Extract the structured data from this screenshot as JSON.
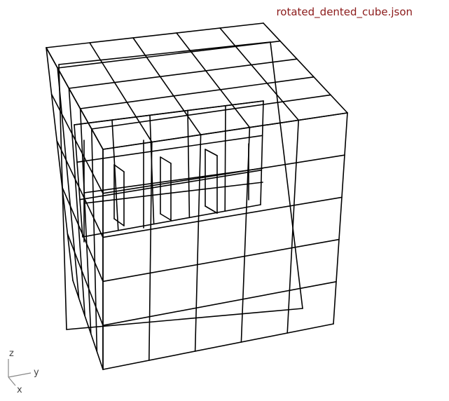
{
  "file_title": "rotated_dented_cube.json",
  "colors": {
    "wire": "#000000",
    "title": "#8b1a1a",
    "axis": "#888888"
  },
  "axes": {
    "z": "z",
    "y": "y",
    "x": "x"
  }
}
